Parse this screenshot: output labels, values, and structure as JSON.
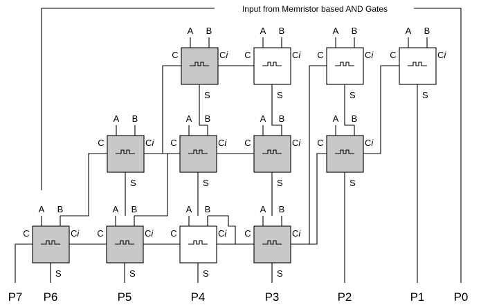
{
  "title": "Input from Memristor based AND Gates",
  "colors": {
    "shaded": "#c8c8c8",
    "plain": "#ffffff",
    "line": "#000000"
  },
  "port_labels": {
    "a": "A",
    "b": "B",
    "c": "C",
    "ci_main": "C",
    "ci_sub": "i",
    "s": "S"
  },
  "outputs": [
    "P7",
    "P6",
    "P5",
    "P4",
    "P3",
    "P2",
    "P1",
    "P0"
  ],
  "cells": [
    {
      "id": "r1c1",
      "row": 1,
      "col": 1,
      "shaded": true
    },
    {
      "id": "r1c2",
      "row": 1,
      "col": 2,
      "shaded": false
    },
    {
      "id": "r1c3",
      "row": 1,
      "col": 3,
      "shaded": false
    },
    {
      "id": "r1c4",
      "row": 1,
      "col": 4,
      "shaded": false
    },
    {
      "id": "r2c1",
      "row": 2,
      "col": 1,
      "shaded": true
    },
    {
      "id": "r2c2",
      "row": 2,
      "col": 2,
      "shaded": true
    },
    {
      "id": "r2c3",
      "row": 2,
      "col": 3,
      "shaded": true
    },
    {
      "id": "r2c4",
      "row": 2,
      "col": 4,
      "shaded": true
    },
    {
      "id": "r3c1",
      "row": 3,
      "col": 1,
      "shaded": true
    },
    {
      "id": "r3c2",
      "row": 3,
      "col": 2,
      "shaded": true
    },
    {
      "id": "r3c3",
      "row": 3,
      "col": 3,
      "shaded": false
    },
    {
      "id": "r3c4",
      "row": 3,
      "col": 4,
      "shaded": true
    }
  ]
}
